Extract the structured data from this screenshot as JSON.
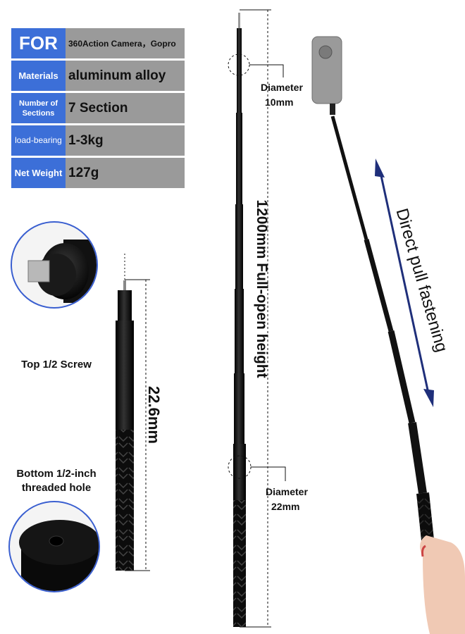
{
  "specs": [
    {
      "label": "FOR",
      "value": "360Action Camera，Gopro"
    },
    {
      "label": "Materials",
      "value": "aluminum alloy"
    },
    {
      "label": "Number of Sections",
      "value": "7 Section"
    },
    {
      "label": "load-bearing",
      "value": "1-3kg"
    },
    {
      "label": "Net Weight",
      "value": "127g"
    }
  ],
  "callouts": {
    "top_screw": "Top 1/2 Screw",
    "bottom_hole": "Bottom 1/2-inch threaded hole",
    "length_collapsed": "22.6mm",
    "full_height": "1200mm Full-open height",
    "diameter_top": {
      "label": "Diameter",
      "value": "10mm"
    },
    "diameter_bottom": {
      "label": "Diameter",
      "value": "22mm"
    },
    "pull": "Direct pull fastening"
  },
  "colors": {
    "label_bg": "#3c6fd8",
    "value_bg": "#9a9a9a",
    "arrow": "#1f2f7a",
    "circle_stroke": "#3a5fd0",
    "rod": "#0c0c0c"
  }
}
